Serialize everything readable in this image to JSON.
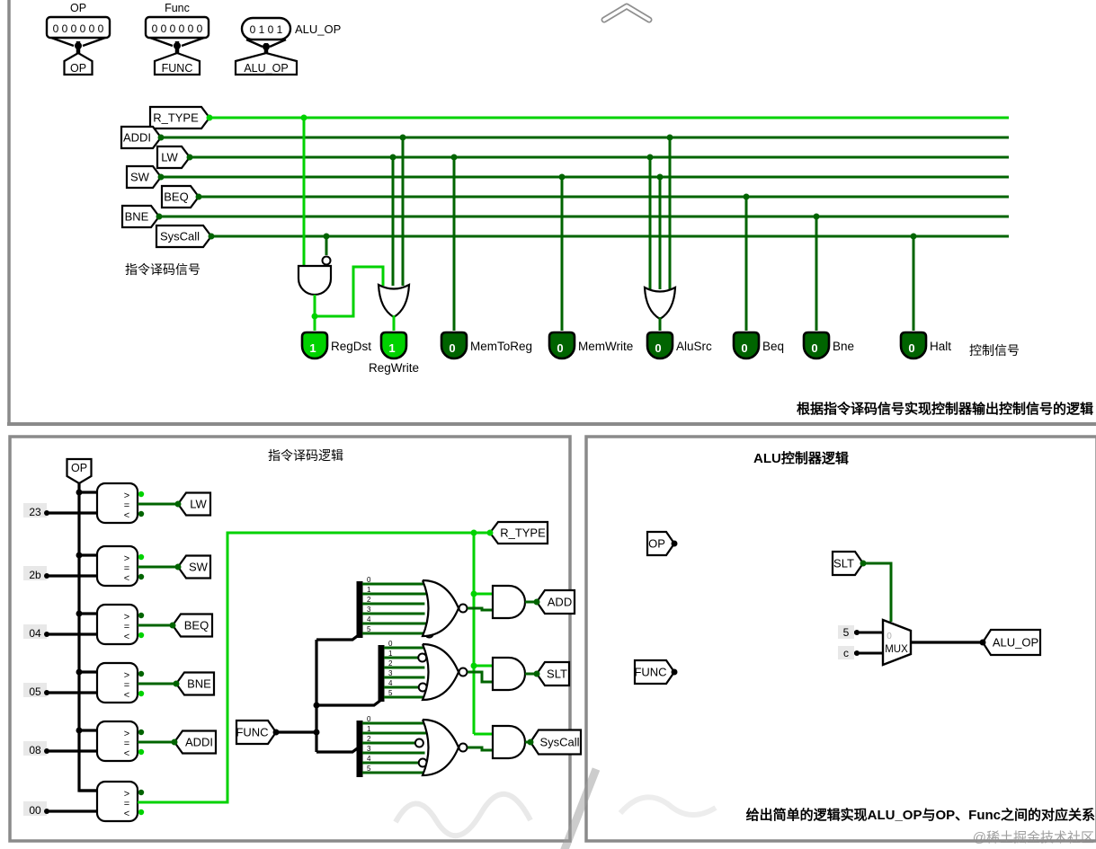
{
  "colors": {
    "hi": "#00d200",
    "lo": "#006400",
    "black": "#000000",
    "panel_border": "#8a8a8a",
    "const_bg": "#e8e8e8",
    "ghost": "#b0b0b0",
    "watermark": "#8f8f8f",
    "led_text": "#ffffff"
  },
  "chrome": {
    "collapse_icon": "chevron-up-icon"
  },
  "top_panel": {
    "pins": [
      {
        "label": "OP",
        "value": "0 0 0 0 0 0",
        "tunnel": "OP",
        "type": "input"
      },
      {
        "label": "Func",
        "value": "0 0 0 0 0 0",
        "tunnel": "FUNC",
        "type": "input"
      },
      {
        "label": "ALU_OP",
        "value": "0 1 0 1",
        "tunnel": "ALU_OP",
        "type": "output"
      }
    ],
    "decode_tunnels": [
      {
        "label": "R_TYPE",
        "state": 1
      },
      {
        "label": "ADDI",
        "state": 0
      },
      {
        "label": "LW",
        "state": 0
      },
      {
        "label": "SW",
        "state": 0
      },
      {
        "label": "BEQ",
        "state": 0
      },
      {
        "label": "BNE",
        "state": 0
      },
      {
        "label": "SysCall",
        "state": 0
      }
    ],
    "leds": [
      {
        "label": "RegDst",
        "value": "1"
      },
      {
        "label": "RegWrite",
        "value": "1"
      },
      {
        "label": "MemToReg",
        "value": "0"
      },
      {
        "label": "MemWrite",
        "value": "0"
      },
      {
        "label": "AluSrc",
        "value": "0"
      },
      {
        "label": "Beq",
        "value": "0"
      },
      {
        "label": "Bne",
        "value": "0"
      },
      {
        "label": "Halt",
        "value": "0"
      }
    ],
    "decode_caption": "指令译码信号",
    "control_caption": "控制信号",
    "bottom_caption": "根据指令译码信号实现控制器输出控制信号的逻辑"
  },
  "decode_panel": {
    "title": "指令译码逻辑",
    "op_tunnel": "OP",
    "func_tunnel": "FUNC",
    "r_type_tunnel": "R_TYPE",
    "comparator_glyphs": [
      ">",
      "=",
      "<"
    ],
    "comparators": [
      {
        "const": "23",
        "tunnel": "LW"
      },
      {
        "const": "2b",
        "tunnel": "SW"
      },
      {
        "const": "04",
        "tunnel": "BEQ"
      },
      {
        "const": "05",
        "tunnel": "BNE"
      },
      {
        "const": "08",
        "tunnel": "ADDI"
      },
      {
        "const": "00",
        "tunnel": "R_TYPE"
      }
    ],
    "splitter_bits": [
      "0",
      "1",
      "2",
      "3",
      "4",
      "5"
    ],
    "func_outputs": [
      "ADD",
      "SLT",
      "SysCall"
    ]
  },
  "alu_panel": {
    "title": "ALU控制器逻辑",
    "op_tunnel": "OP",
    "func_tunnel": "FUNC",
    "slt_tunnel": "SLT",
    "out_tunnel": "ALU_OP",
    "mux_label": "MUX",
    "mux_sel_index": "0",
    "mux_const_0": "5",
    "mux_const_1": "c",
    "bottom_caption": "给出简单的逻辑实现ALU_OP与OP、Func之间的对应关系",
    "watermark": "@稀土掘金技术社区"
  }
}
